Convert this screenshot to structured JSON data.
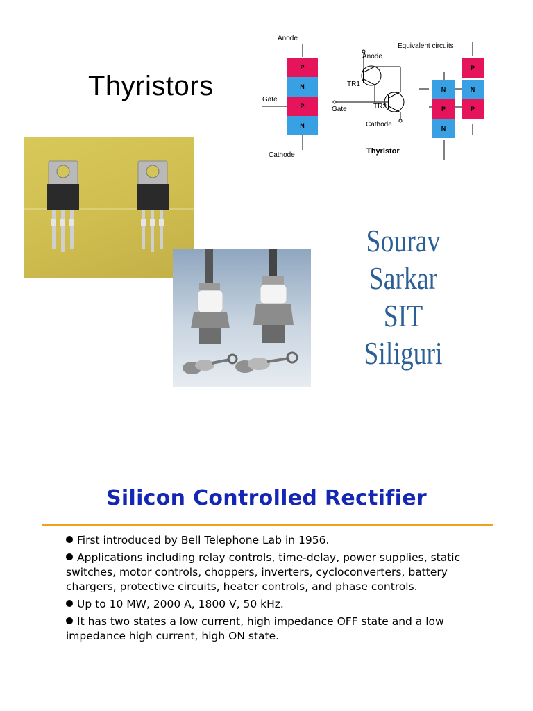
{
  "title": "Thyristors",
  "diagram": {
    "anode": "Anode",
    "gate": "Gate",
    "cathode": "Cathode",
    "equivalent": "Equivalent circuits",
    "tr_anode": "Anode",
    "tr1": "TR1",
    "tr2": "TR2",
    "tr_gate": "Gate",
    "tr_cathode": "Cathode",
    "thyristor": "Thyristor",
    "layers": [
      "P",
      "N",
      "P",
      "N"
    ],
    "eq_left": [
      "N",
      "P",
      "N"
    ],
    "eq_right": [
      "P",
      "N",
      "P"
    ]
  },
  "author": {
    "name": "Sourav Sarkar",
    "org": "SIT",
    "city": "Siliguri"
  },
  "slide": {
    "heading": "Silicon Controlled Rectifier",
    "bullets": [
      "First introduced by Bell Telephone Lab in 1956.",
      "Applications including relay controls, time-delay, power supplies, static switches, motor controls, choppers, inverters, cycloconverters, battery chargers, protective circuits, heater controls, and phase controls.",
      "Up to 10 MW, 2000 A, 1800 V, 50 kHz.",
      "It has two states a low current, high impedance OFF state and a low  impedance high current, high ON state."
    ]
  },
  "colors": {
    "p_layer": "#e6145a",
    "n_layer": "#3aa0e4",
    "heading": "#1426b3",
    "rule": "#f0a020",
    "author": "#2c5f95"
  }
}
